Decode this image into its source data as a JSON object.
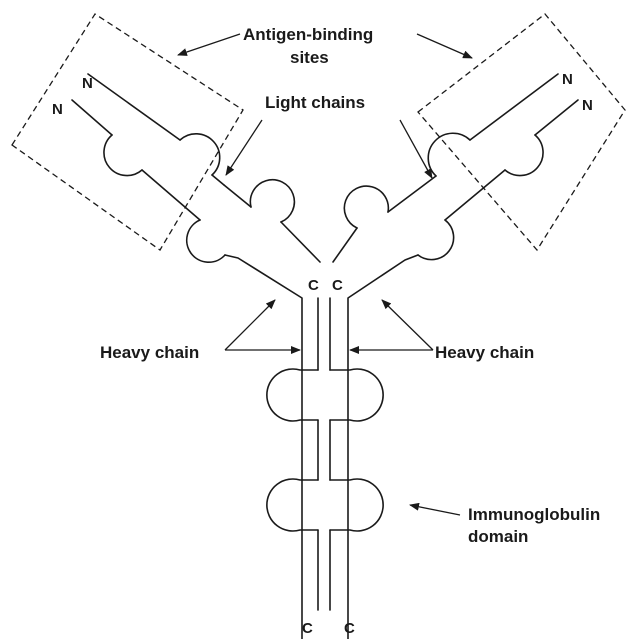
{
  "labels": {
    "antigen_line1": "Antigen-binding",
    "antigen_line2": "sites",
    "light_chains": "Light chains",
    "heavy_chain_left": "Heavy chain",
    "heavy_chain_right": "Heavy chain",
    "immuno_line1": "Immunoglobulin",
    "immuno_line2": "domain"
  },
  "termini": {
    "n_left_outer": "N",
    "n_left_inner": "N",
    "n_right_outer": "N",
    "n_right_inner": "N",
    "c_light_left": "C",
    "c_light_right": "C",
    "c_heavy_left": "C",
    "c_heavy_right": "C"
  }
}
